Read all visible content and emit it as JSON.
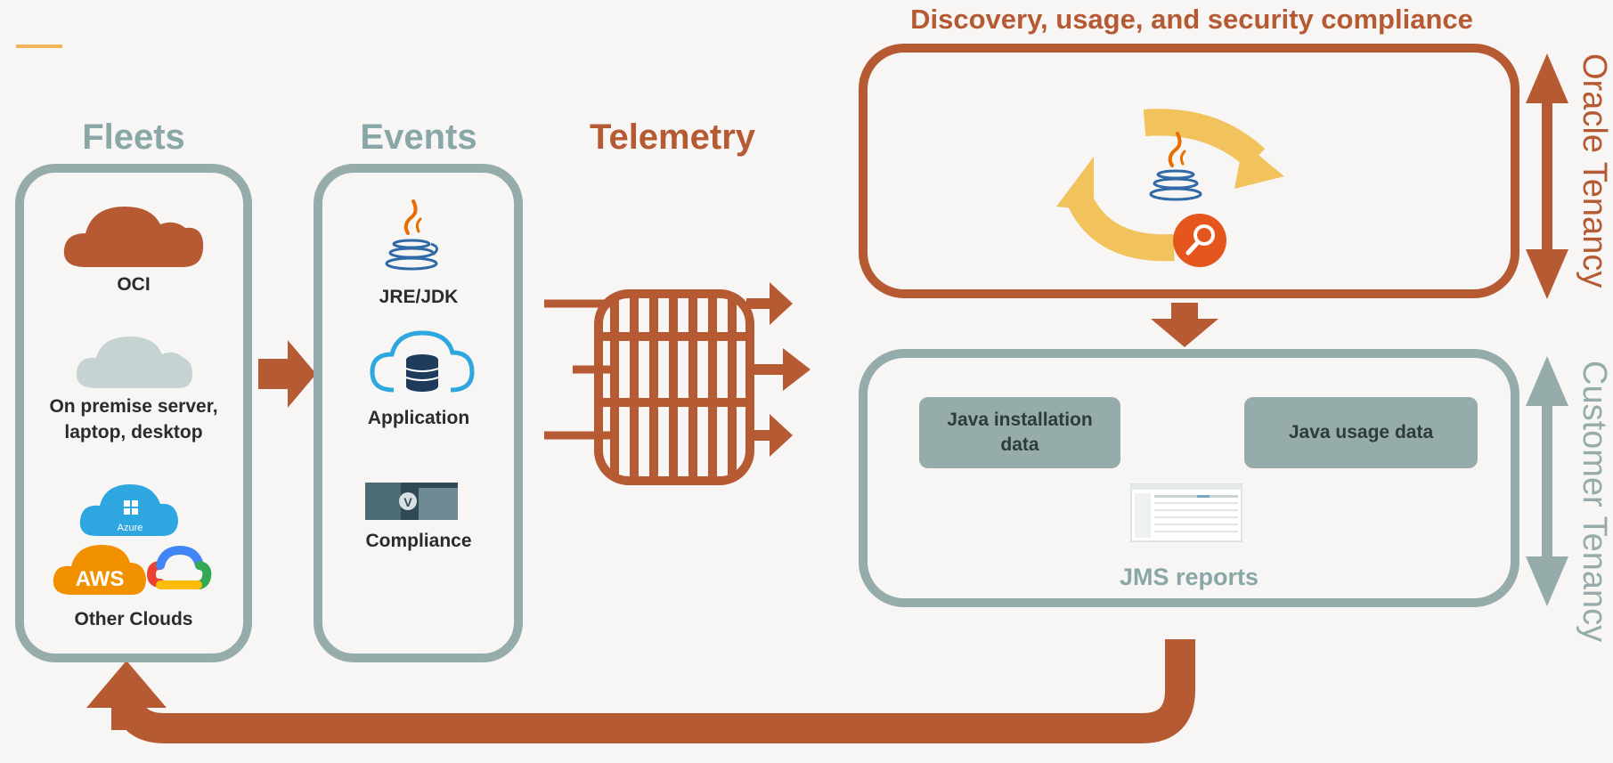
{
  "top_heading": "Discovery, usage, and security compliance",
  "fleets": {
    "title": "Fleets",
    "items": [
      "OCI",
      "On premise server,",
      "laptop, desktop",
      "Other Clouds"
    ],
    "cloud_logos": [
      "Azure",
      "AWS"
    ]
  },
  "events": {
    "title": "Events",
    "items": [
      "JRE/JDK",
      "Application",
      "Compliance"
    ]
  },
  "telemetry": {
    "title": "Telemetry"
  },
  "customer": {
    "pill_left": [
      "Java installation",
      "data"
    ],
    "pill_right": "Java usage data",
    "reports": "JMS reports"
  },
  "side_labels": {
    "oracle": "Oracle Tenancy",
    "customer": "Customer Tenancy"
  },
  "colors": {
    "rust": "#b55a32",
    "teal": "#8aa7a7",
    "gold": "#f2c25c",
    "orange": "#e5561f"
  }
}
